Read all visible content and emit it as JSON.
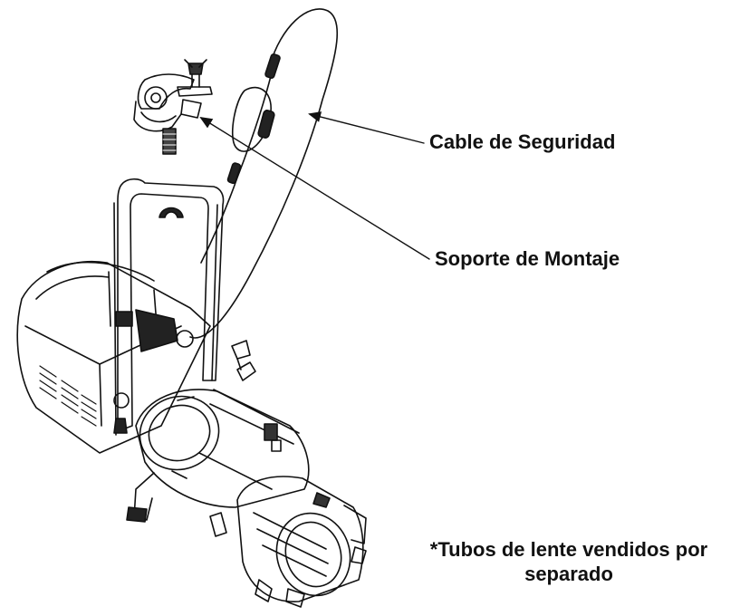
{
  "labels": {
    "safety_cable": "Cable de Seguridad",
    "mounting_bracket": "Soporte de Montaje",
    "note_line1": "*Tubos de lente vendidos por",
    "note_line2": "separado"
  },
  "colors": {
    "ink": "#111111",
    "background": "#ffffff"
  }
}
